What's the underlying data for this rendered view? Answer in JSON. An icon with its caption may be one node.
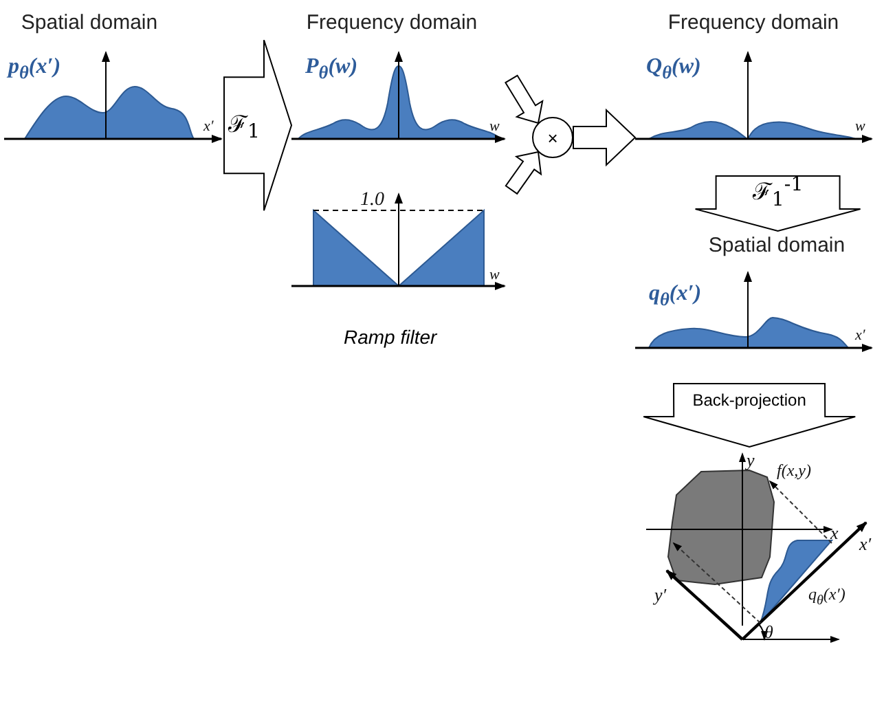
{
  "diagram": {
    "nodes": [
      {
        "text": [
          "p$_{θ}$(x′)"
        ],
        "beside": [
          "Spatial domain"
        ]
      },
      {
        "text": [
          "P$_{θ}$(w)"
        ],
        "beside": [
          "Frequency domain"
        ]
      },
      {
        "text": [
          "1.0"
        ]
      },
      {
        "text": [
          "×"
        ]
      },
      {
        "text": [
          "Q$_{θ}$(w)"
        ],
        "beside": [
          "Frequency domain"
        ]
      },
      {
        "text": [
          "q$_{θ}$(x′)"
        ],
        "beside": [
          "Spatial domain"
        ]
      },
      {
        "text": [
          "f(x,y)",
          "q$_{θ}$(x′)"
        ]
      }
    ],
    "edges": [
      {
        "from": 0,
        "to": 1,
        "arrow": "to",
        "label": "ℱ$_{1}$"
      },
      {
        "from": 1,
        "to": 3,
        "arrow": "to"
      },
      {
        "from": 2,
        "to": 3,
        "arrow": "to"
      },
      {
        "from": 3,
        "to": 4,
        "arrow": "to"
      },
      {
        "from": 4,
        "to": 5,
        "arrow": "to",
        "label": "ℱ$_{1}$$^{-1}$"
      },
      {
        "from": 5,
        "to": 6,
        "arrow": "to",
        "label": "Back-projection"
      }
    ],
    "labels": [
      "x′",
      "w",
      "w",
      "w",
      "Ramp filter",
      "x′",
      "y",
      "x",
      "x′",
      "y′",
      "θ"
    ]
  }
}
